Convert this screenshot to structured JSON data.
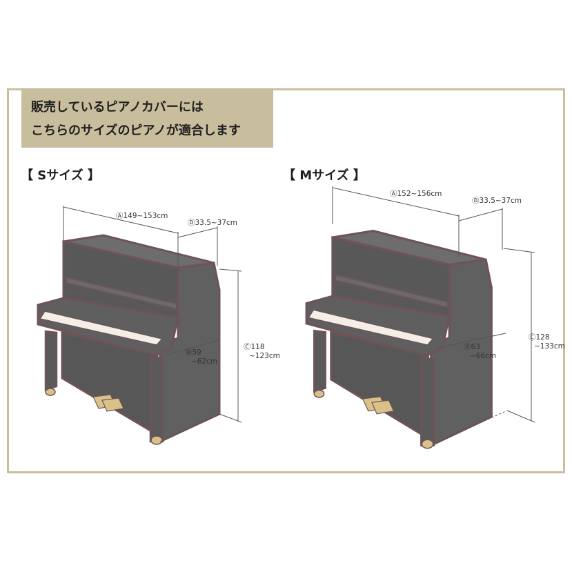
{
  "banner": {
    "line1": "販売しているピアノカバーには",
    "line2": "こちらのサイズのピアノが適合します"
  },
  "pianos": {
    "s": {
      "label": "【 Sサイズ 】",
      "width": "Ⓐ149~153cm",
      "depth_top": "Ⓓ33.5~37cm",
      "depth_base_1": "Ⓑ59",
      "depth_base_2": "~62cm",
      "height_1": "Ⓒ118",
      "height_2": "~123cm"
    },
    "m": {
      "label": "【 Mサイズ 】",
      "width": "Ⓐ152~156cm",
      "depth_top": "Ⓓ33.5~37cm",
      "depth_base_1": "Ⓑ63",
      "depth_base_2": "~66cm",
      "height_1": "Ⓒ128",
      "height_2": "~133cm"
    }
  },
  "colors": {
    "frame": "#c9bea0",
    "banner_bg": "#c8bd9c",
    "piano_body": "#5b5b5b",
    "piano_outline": "#6e5358",
    "keys": "#f3efe6",
    "pedals": "#d9c28a"
  }
}
